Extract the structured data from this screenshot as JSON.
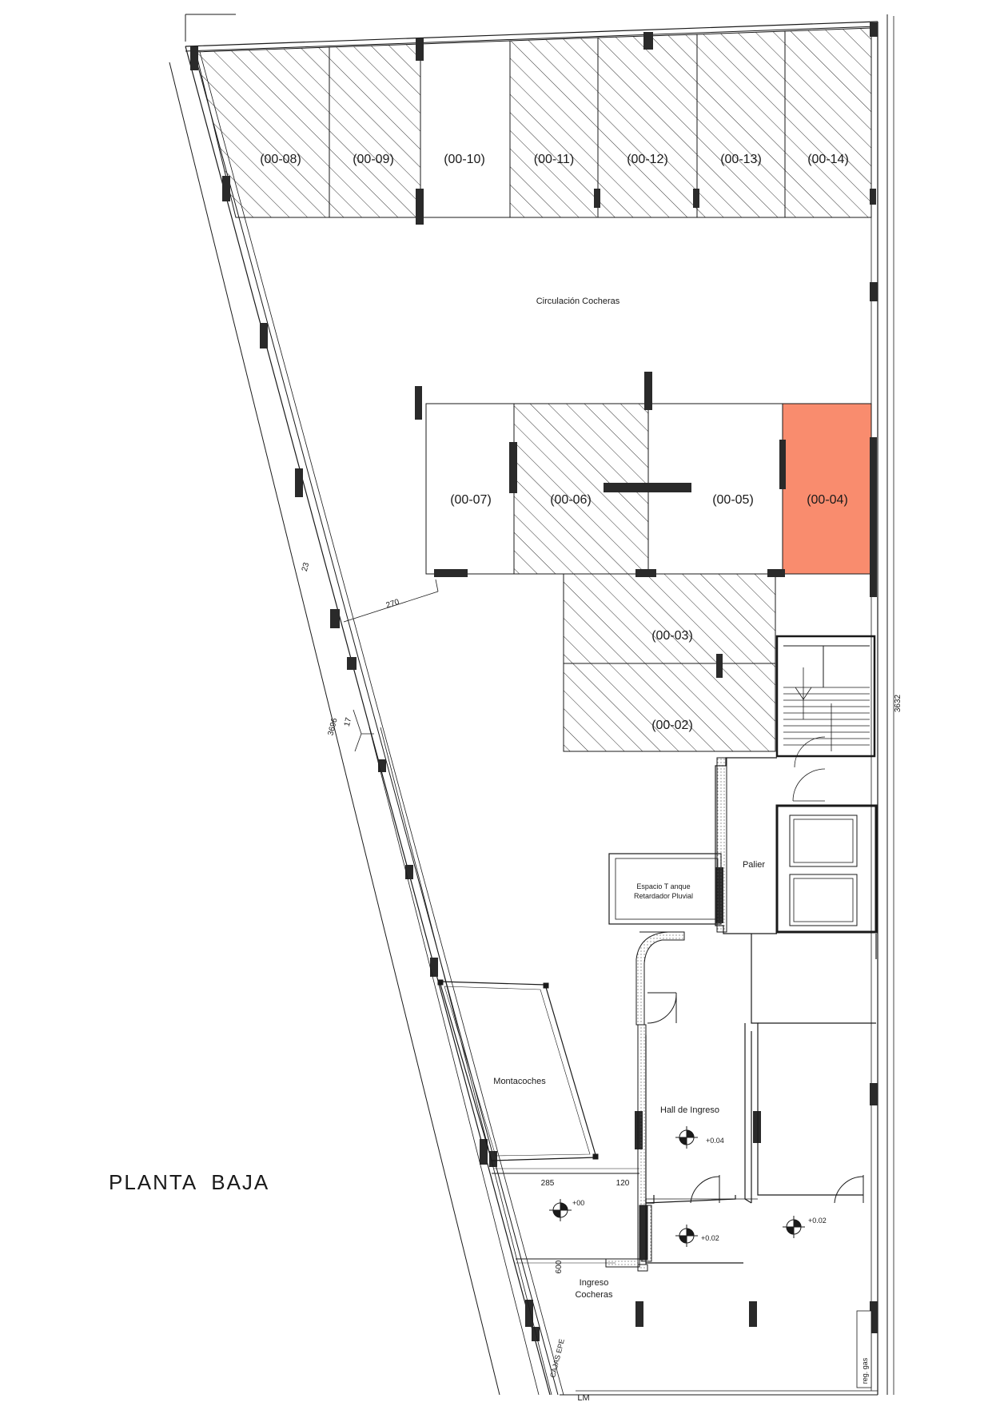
{
  "plan_title": "PLANTA  BAJA",
  "colors": {
    "highlight": "#F98C6E",
    "line": "#1a1a1a",
    "wall": "#2a2a2a",
    "hatch": "#333333"
  },
  "units": {
    "u0008": "(00-08)",
    "u0009": "(00-09)",
    "u0010": "(00-10)",
    "u0011": "(00-11)",
    "u0012": "(00-12)",
    "u0013": "(00-13)",
    "u0014": "(00-14)",
    "u0007": "(00-07)",
    "u0006": "(00-06)",
    "u0005": "(00-05)",
    "u0004": "(00-04)",
    "u0003": "(00-03)",
    "u0002": "(00-02)"
  },
  "rooms": {
    "circulacion": "Circulación Cocheras",
    "palier": "Palier",
    "tanque_1": "Espacio T anque",
    "tanque_2": "Retardador Pluvial",
    "montacoches": "Montacoches",
    "hall": "Hall de Ingreso",
    "ingreso_1": "Ingreso",
    "ingreso_2": "Cocheras",
    "cajas": "CAJAS EPE",
    "reg_gas": "reg. gas",
    "lm": "LM"
  },
  "dimensions": {
    "d270": "270",
    "d23": "23",
    "d3696": "3696",
    "d17": "17",
    "d3632": "3632",
    "d285": "285",
    "d120": "120",
    "d600": "600"
  },
  "levels": {
    "hall": "+0.04",
    "ramp": "+00",
    "entry_left": "+0.02",
    "entry_right": "+0.02"
  },
  "highlighted_unit": "(00-04)"
}
